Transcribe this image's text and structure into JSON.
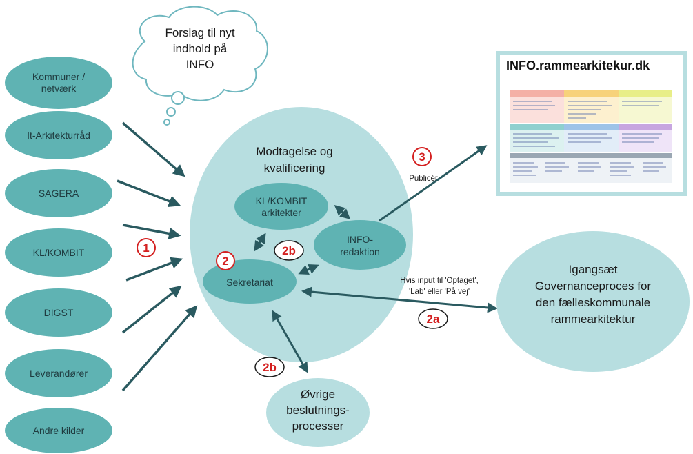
{
  "thought_bubble": {
    "lines": [
      "Forslag til nyt",
      "indhold på",
      "INFO"
    ]
  },
  "sources": [
    {
      "label_lines": [
        "Kommuner /",
        "netværk"
      ]
    },
    {
      "label_lines": [
        "It-Arkitekturråd"
      ]
    },
    {
      "label_lines": [
        "SAGERA"
      ]
    },
    {
      "label_lines": [
        "KL/KOMBIT"
      ]
    },
    {
      "label_lines": [
        "DIGST"
      ]
    },
    {
      "label_lines": [
        "Leverandører"
      ]
    },
    {
      "label_lines": [
        "Andre kilder"
      ]
    }
  ],
  "central": {
    "title_lines": [
      "Modtagelse og",
      "kvalificering"
    ],
    "architects_lines": [
      "KL/KOMBIT",
      "arkitekter"
    ],
    "editorial_lines": [
      "INFO-",
      "redaktion"
    ],
    "secretariat": "Sekretariat"
  },
  "steps": {
    "s1": "1",
    "s2": "2",
    "s2b_top": "2b",
    "s2b_bottom": "2b",
    "s2a": "2a",
    "s3": "3"
  },
  "publish_label": "Publicér",
  "condition_lines": [
    "Hvis input til 'Optaget',",
    "'Lab' eller 'På vej'"
  ],
  "governance_lines": [
    "Igangsæt",
    "Governanceproces for",
    "den fælleskommunale",
    "rammearkitektur"
  ],
  "other_processes_lines": [
    "Øvrige",
    "beslutnings-",
    "processer"
  ],
  "info_panel": {
    "title": "INFO.rammearkitekur.dk"
  },
  "colors": {
    "teal": "#5fb3b3",
    "light_teal": "#b7dee0",
    "arrow": "#2a5a60",
    "red": "#d42020"
  }
}
